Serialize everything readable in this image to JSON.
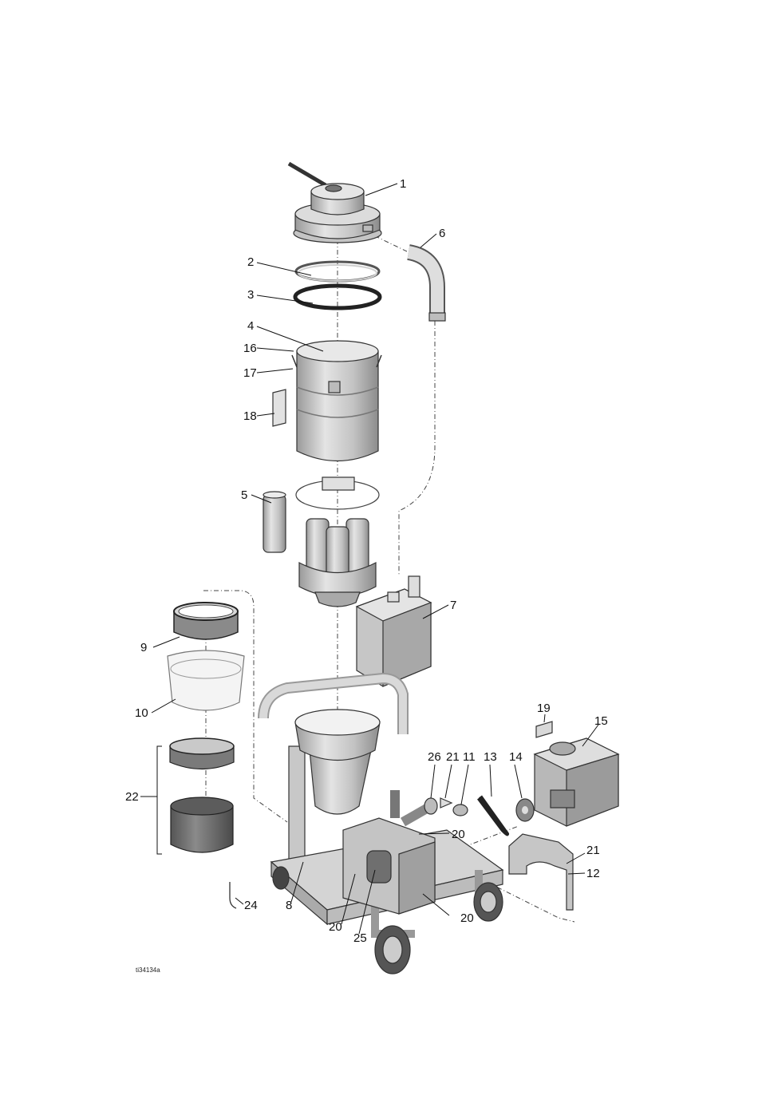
{
  "diagram": {
    "figure_id": "ti34134a",
    "callouts": [
      {
        "id": "c1",
        "label": "1"
      },
      {
        "id": "c2",
        "label": "2"
      },
      {
        "id": "c3",
        "label": "3"
      },
      {
        "id": "c4",
        "label": "4"
      },
      {
        "id": "c5",
        "label": "5"
      },
      {
        "id": "c6",
        "label": "6"
      },
      {
        "id": "c7",
        "label": "7"
      },
      {
        "id": "c8",
        "label": "8"
      },
      {
        "id": "c9",
        "label": "9"
      },
      {
        "id": "c10",
        "label": "10"
      },
      {
        "id": "c11",
        "label": "11"
      },
      {
        "id": "c12",
        "label": "12"
      },
      {
        "id": "c13",
        "label": "13"
      },
      {
        "id": "c14",
        "label": "14"
      },
      {
        "id": "c15",
        "label": "15"
      },
      {
        "id": "c16",
        "label": "16"
      },
      {
        "id": "c17",
        "label": "17"
      },
      {
        "id": "c18",
        "label": "18"
      },
      {
        "id": "c19",
        "label": "19"
      },
      {
        "id": "c20a",
        "label": "20"
      },
      {
        "id": "c20b",
        "label": "20"
      },
      {
        "id": "c20c",
        "label": "20"
      },
      {
        "id": "c21a",
        "label": "21"
      },
      {
        "id": "c21b",
        "label": "21"
      },
      {
        "id": "c22",
        "label": "22"
      },
      {
        "id": "c24",
        "label": "24"
      },
      {
        "id": "c25",
        "label": "25"
      },
      {
        "id": "c26",
        "label": "26"
      }
    ],
    "colors": {
      "part_fill": "#d0d0d0",
      "part_dark": "#8a8a8a",
      "part_light": "#ececec",
      "line": "#111111"
    }
  }
}
